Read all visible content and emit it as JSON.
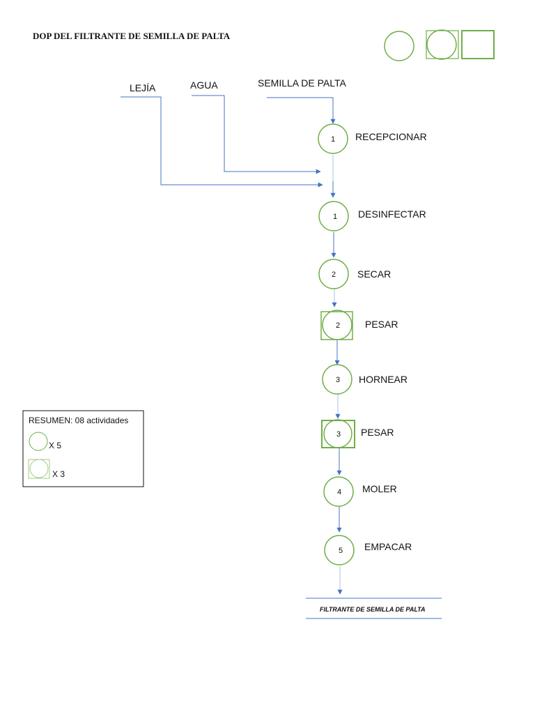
{
  "title": "DOP DEL FILTRANTE DE SEMILLA DE PALTA",
  "inputs": {
    "lejia": "LEJÍA",
    "agua": "AGUA",
    "semilla": "SEMILLA DE PALTA"
  },
  "steps": [
    {
      "number": "1",
      "label": "RECEPCIONAR",
      "symbol": "operation"
    },
    {
      "number": "1",
      "label": "DESINFECTAR",
      "symbol": "operation"
    },
    {
      "number": "2",
      "label": "SECAR",
      "symbol": "operation"
    },
    {
      "number": "2",
      "label": "PESAR",
      "symbol": "combined"
    },
    {
      "number": "3",
      "label": "HORNEAR",
      "symbol": "operation"
    },
    {
      "number": "3",
      "label": "PESAR",
      "symbol": "combined"
    },
    {
      "number": "4",
      "label": "MOLER",
      "symbol": "operation"
    },
    {
      "number": "5",
      "label": "EMPACAR",
      "symbol": "operation"
    }
  ],
  "product": "FILTRANTE DE SEMILLA DE PALTA",
  "legend": {
    "title": "RESUMEN: 08 actividades",
    "operation_count": "X 5",
    "combined_count": "X 3"
  },
  "colors": {
    "symbol_stroke": "#70ad47",
    "flow_line": "#4472c4"
  }
}
